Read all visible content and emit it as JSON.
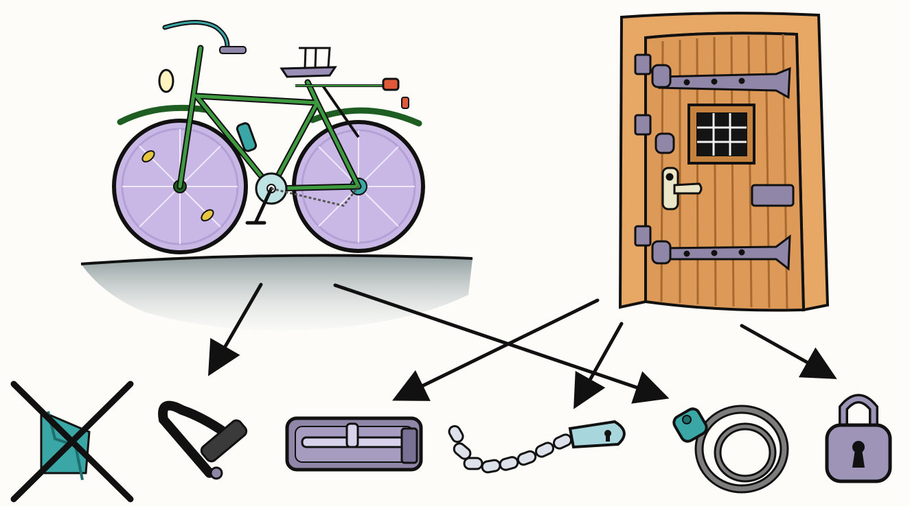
{
  "colors": {
    "background": "#fdfcf8",
    "bike_frame": "#3e9a3e",
    "bike_frame_dark": "#1f5e22",
    "wheel_fill": "#c9b8e6",
    "door_wood": "#e0a05f",
    "door_wood_dark": "#b8743a",
    "metal": "#8f86a8",
    "accent_teal": "#3aa6a6",
    "ink": "#111111"
  },
  "objects": [
    {
      "id": "bicycle",
      "icon": "bicycle-icon"
    },
    {
      "id": "door",
      "icon": "door-icon"
    }
  ],
  "locks": [
    {
      "id": "cable-tie",
      "icon": "cable-tie-icon",
      "crossed_out": true
    },
    {
      "id": "u-lock",
      "icon": "u-lock-icon"
    },
    {
      "id": "bolt-latch",
      "icon": "bolt-latch-icon"
    },
    {
      "id": "chain-lock",
      "icon": "chain-lock-icon"
    },
    {
      "id": "cable-lock",
      "icon": "cable-lock-icon"
    },
    {
      "id": "padlock",
      "icon": "padlock-icon"
    }
  ],
  "connections": [
    {
      "from": "bicycle",
      "to": "u-lock"
    },
    {
      "from": "bicycle",
      "to": "cable-lock"
    },
    {
      "from": "door",
      "to": "bolt-latch"
    },
    {
      "from": "door",
      "to": "chain-lock"
    },
    {
      "from": "door",
      "to": "padlock"
    }
  ]
}
